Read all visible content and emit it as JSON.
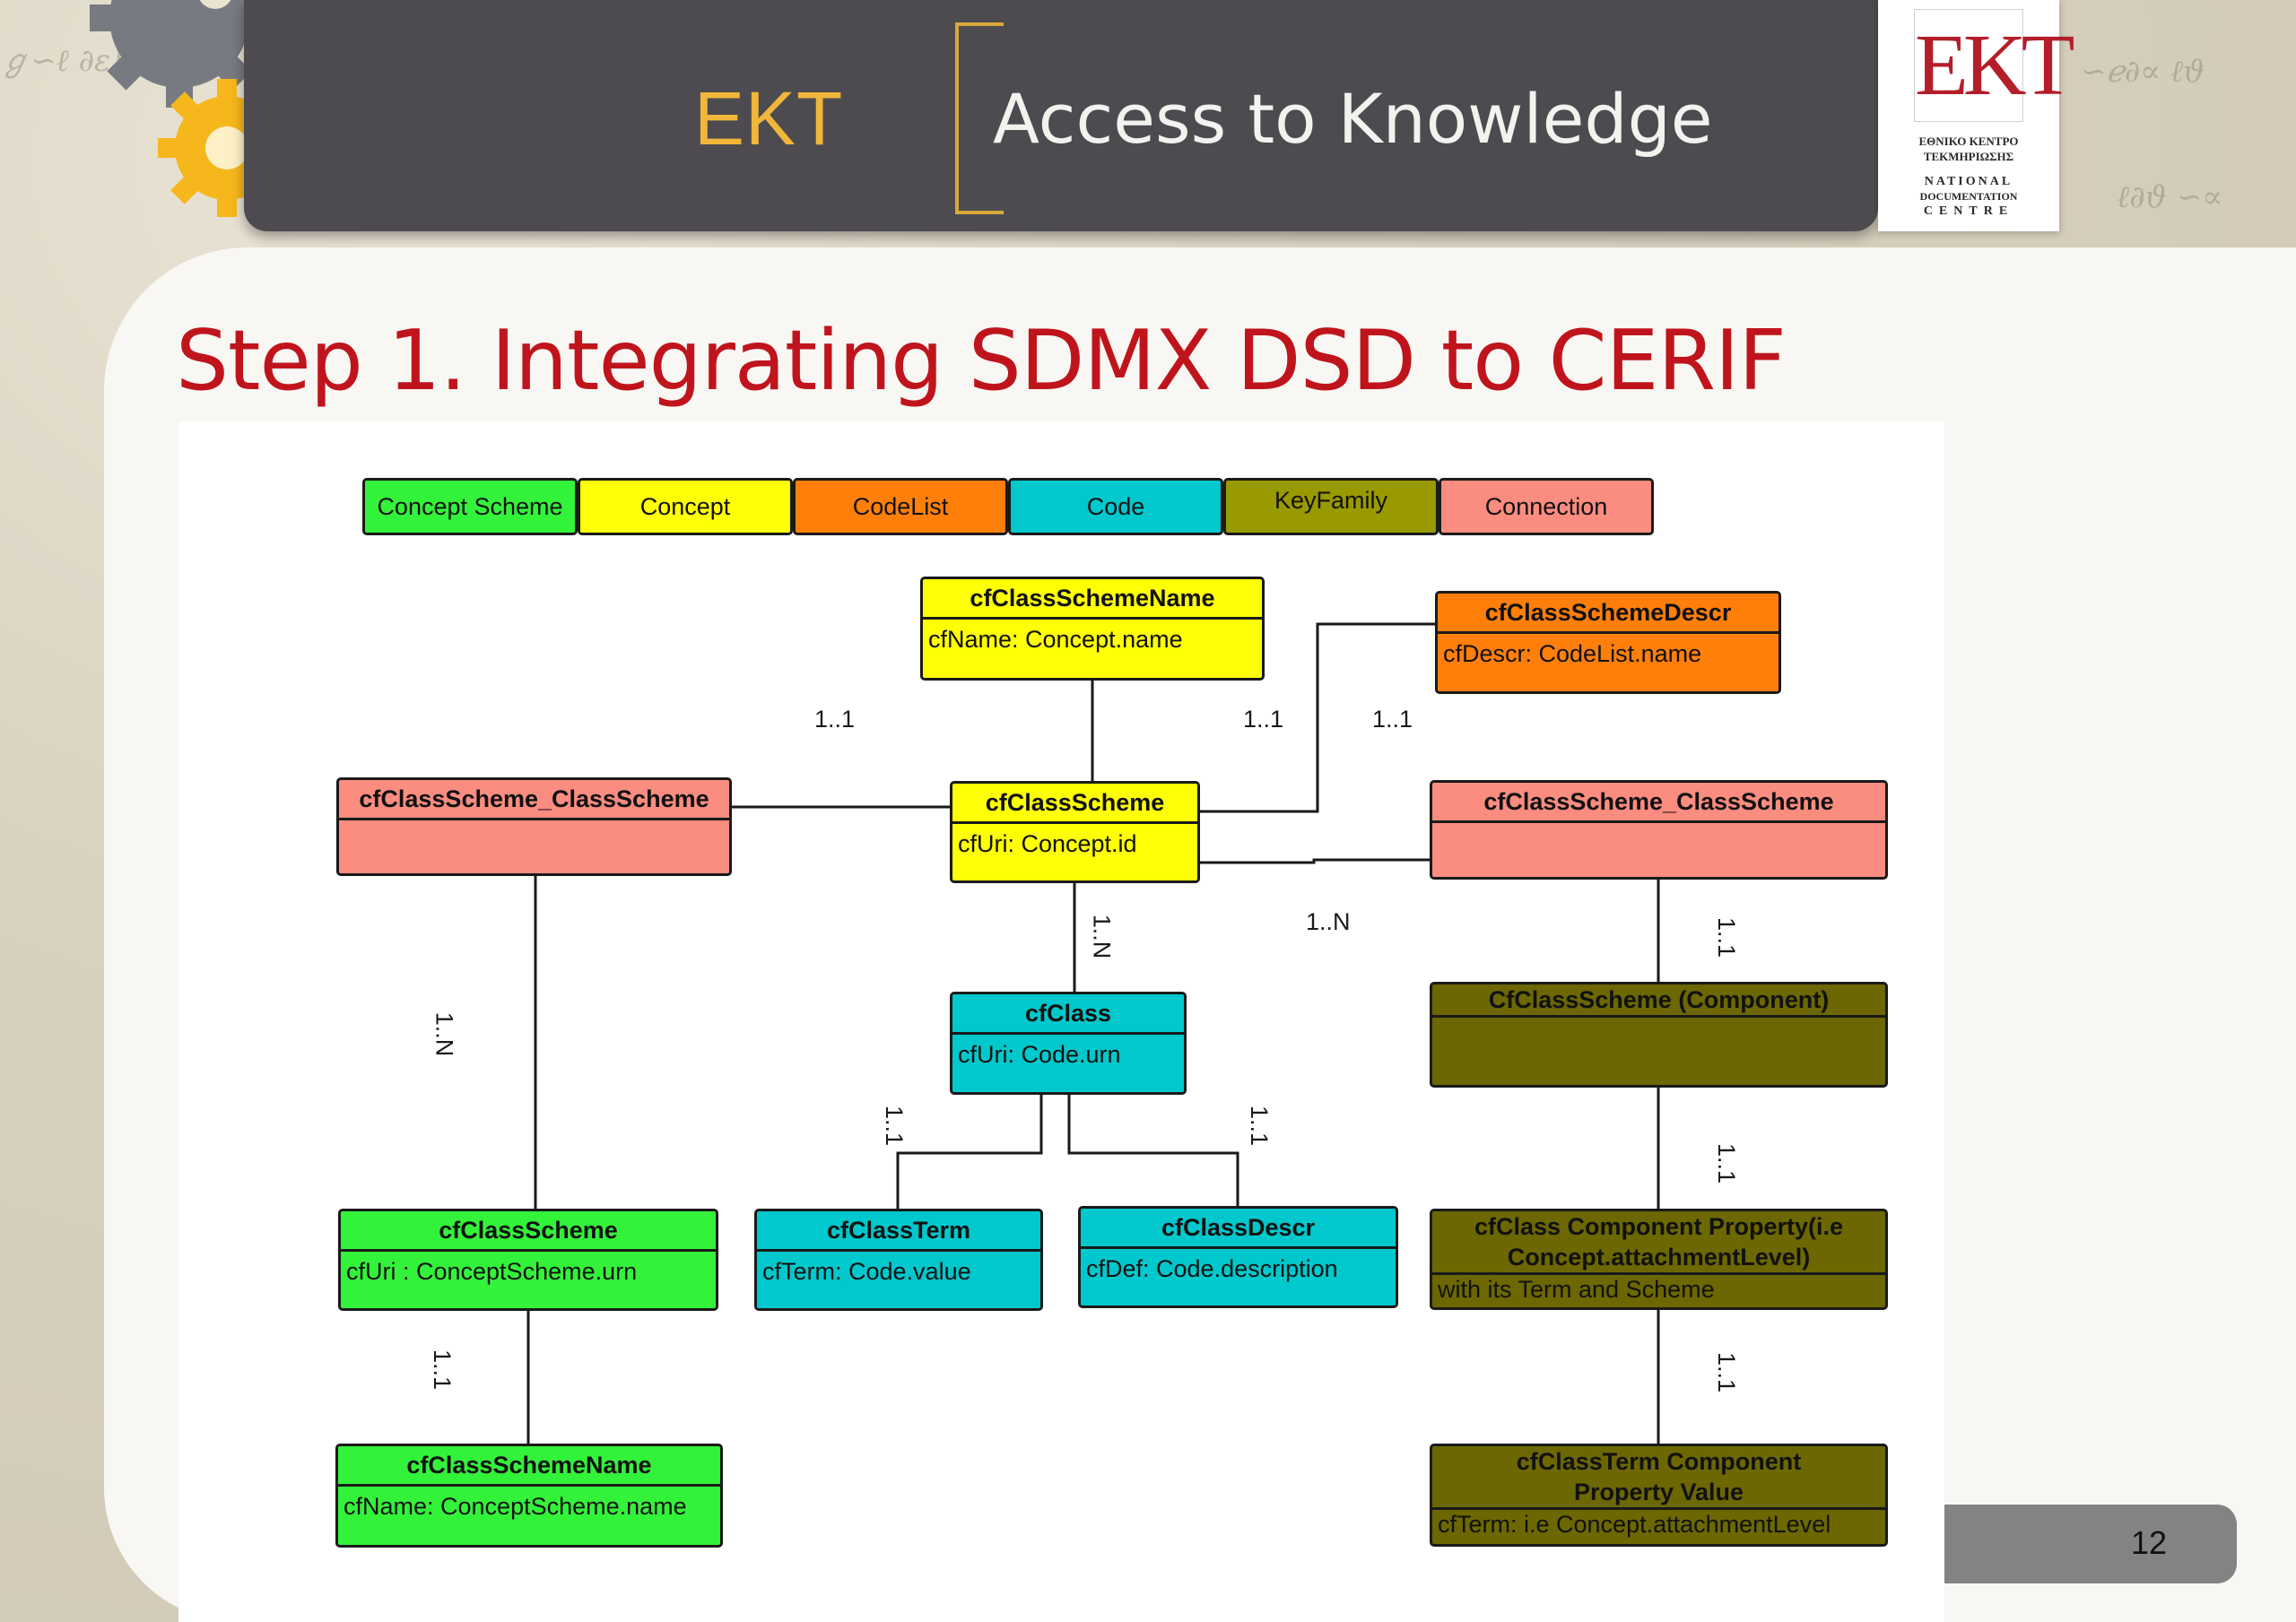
{
  "header": {
    "brand": "EKT",
    "tagline": "Access to Knowledge"
  },
  "logo": {
    "mark": "EKT",
    "line1": "ΕΘΝΙΚΟ ΚΕΝΤΡΟ",
    "line2": "ΤΕΚΜΗΡΙΩΣΗΣ",
    "line3": "NATIONAL",
    "line4": "DOCUMENTATION",
    "line5": "CENTRE"
  },
  "slide": {
    "title": "Step 1. Integrating SDMX DSD to CERIF",
    "page_number": "12"
  },
  "legend": [
    {
      "label": "Concept Scheme",
      "color": "#33f23a"
    },
    {
      "label": "Concept",
      "color": "#ffff05"
    },
    {
      "label": "CodeList",
      "color": "#ff7f0a"
    },
    {
      "label": "Code",
      "color": "#00c8cc"
    },
    {
      "label": "KeyFamily",
      "color": "#999900"
    },
    {
      "label": "Connection",
      "color": "#fa8c80"
    }
  ],
  "entities": {
    "cs_name_top": {
      "title": "cfClassSchemeName",
      "attr": "cfName: Concept.name"
    },
    "cs_descr": {
      "title": "cfClassSchemeDescr",
      "attr": "cfDescr: CodeList.name"
    },
    "cs_cs_left": {
      "title": "cfClassScheme_ClassScheme",
      "attr": ""
    },
    "cs_center": {
      "title": "cfClassScheme",
      "attr": "cfUri: Concept.id"
    },
    "cs_cs_right": {
      "title": "cfClassScheme_ClassScheme",
      "attr": ""
    },
    "cf_class": {
      "title": "cfClass",
      "attr": "cfUri: Code.urn"
    },
    "cs_component": {
      "title": "CfClassScheme (Component)",
      "attr": ""
    },
    "cs_bottom": {
      "title": "cfClassScheme",
      "attr": "cfUri : ConceptScheme.urn"
    },
    "class_term": {
      "title": "cfClassTerm",
      "attr": "cfTerm: Code.value"
    },
    "class_descr": {
      "title": "cfClassDescr",
      "attr": "cfDef: Code.description"
    },
    "comp_property": {
      "title": "cfClass Component Property(i.e Concept.attachmentLevel)",
      "attr": "with its Term and Scheme"
    },
    "cs_name_bottom": {
      "title": "cfClassSchemeName",
      "attr": "cfName: ConceptScheme.name"
    },
    "term_comp_value": {
      "title": "cfClassTerm Component Property Value",
      "attr": "cfTerm: i.e Concept.attachmentLevel"
    }
  },
  "multiplicities": {
    "m1": "1..1",
    "m2": "1..1",
    "m3": "1..1",
    "m4": "1..N",
    "m5": "1..N",
    "m6": "1..1",
    "m7": "1..N",
    "m8": "1..1",
    "m9": "1..1",
    "m10": "1..1",
    "m11": "1..1",
    "m12": "1..1"
  }
}
